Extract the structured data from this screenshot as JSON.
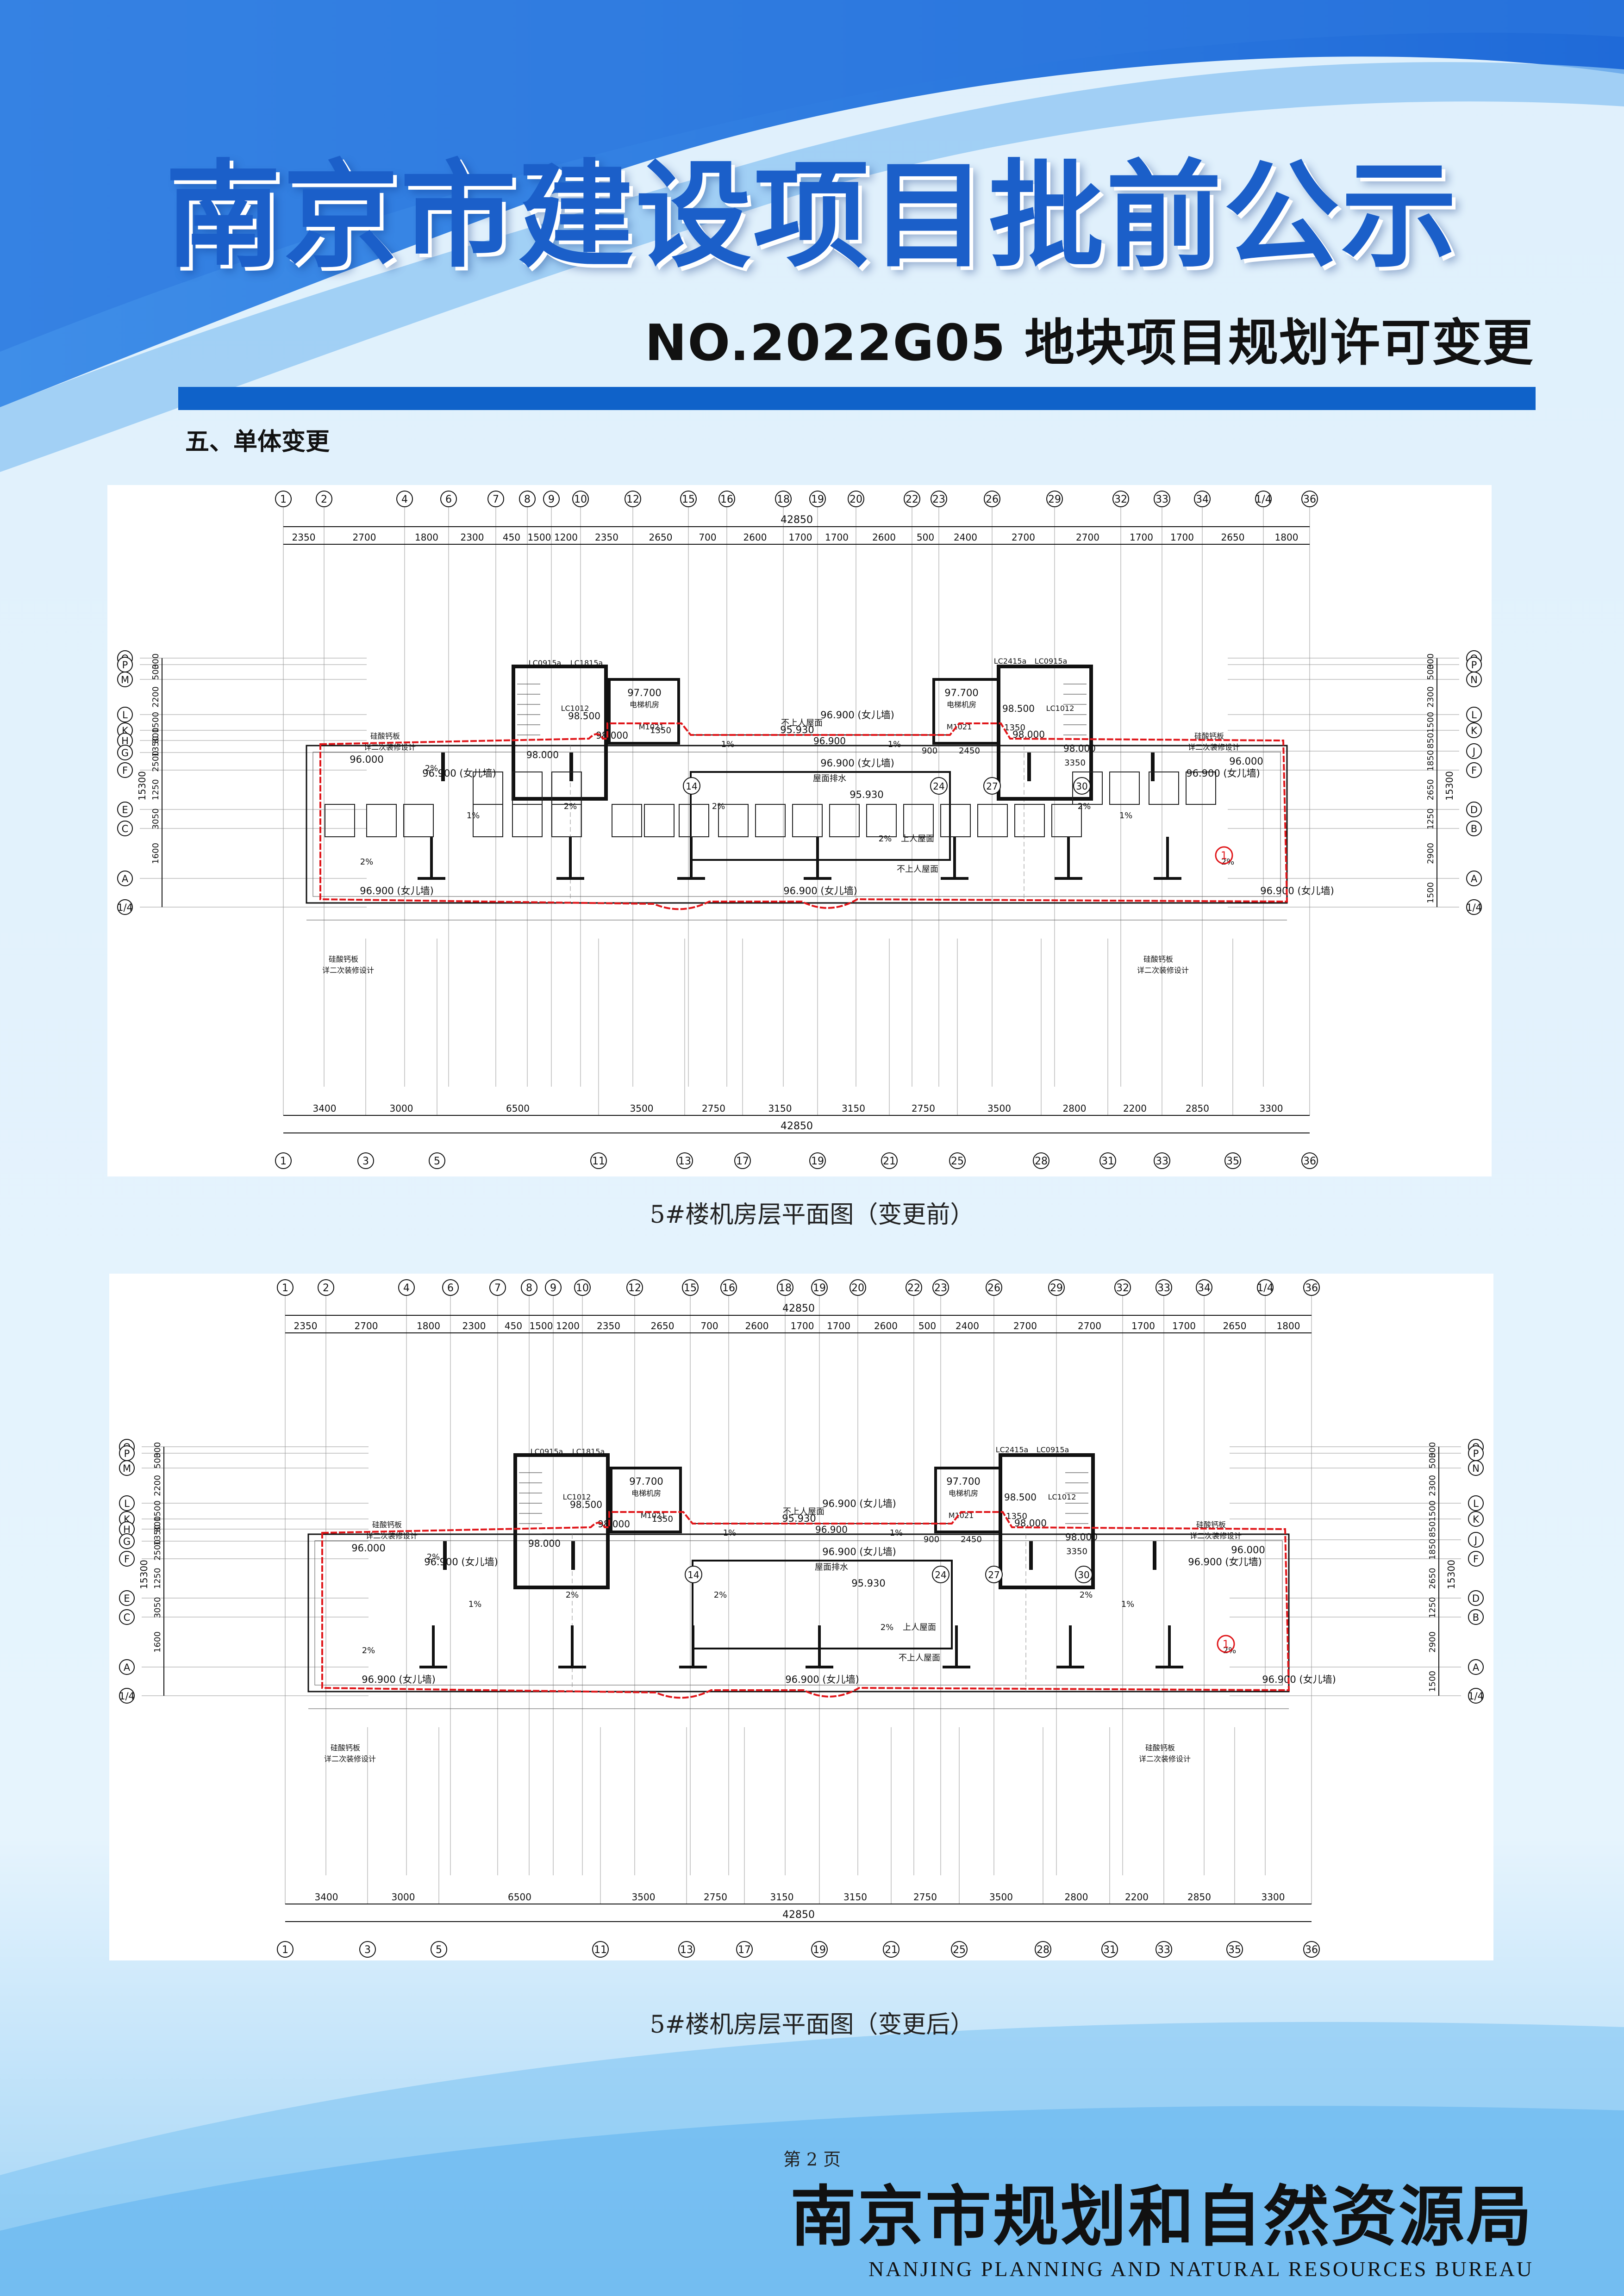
{
  "header": {
    "main_title": "南京市建设项目批前公示",
    "sub_title": "NO.2022G05 地块项目规划许可变更"
  },
  "section": {
    "heading": "五、单体变更"
  },
  "axes": {
    "top_labels": [
      "1",
      "2",
      "4",
      "6",
      "7",
      "8",
      "9",
      "10",
      "12",
      "15",
      "16",
      "18",
      "19",
      "20",
      "22",
      "23",
      "26",
      "29",
      "32",
      "33",
      "34",
      "1/4",
      "36"
    ],
    "top_dims": [
      "2350",
      "2700",
      "1800",
      "2300",
      "450",
      "1500",
      "1200",
      "2350",
      "2650",
      "700",
      "2600",
      "1700",
      "1700",
      "2600",
      "500",
      "2400",
      "2700",
      "2700",
      "1700",
      "1700",
      "2650",
      "1800"
    ],
    "bottom_labels": [
      "1",
      "3",
      "5",
      "11",
      "13",
      "17",
      "19",
      "21",
      "25",
      "28",
      "31",
      "33",
      "35",
      "36"
    ],
    "bottom_dims": [
      "3400",
      "3000",
      "6500",
      "3500",
      "2750",
      "3150",
      "3150",
      "2750",
      "3500",
      "2800",
      "2200",
      "2850",
      "3300"
    ],
    "overall": "42850",
    "left_labels": [
      "Q",
      "P",
      "M",
      "L",
      "K",
      "H",
      "G",
      "F",
      "E",
      "C",
      "A",
      "1/4"
    ],
    "right_labels": [
      "Q",
      "P",
      "N",
      "L",
      "K",
      "J",
      "F",
      "D",
      "B",
      "A",
      "1/4"
    ],
    "left_dims": [
      "300",
      "500",
      "2200",
      "1500",
      "800",
      "1350",
      "2500",
      "1250",
      "3050",
      "1600"
    ],
    "left_total": "15300",
    "right_dims": [
      "300",
      "500",
      "2300",
      "1500",
      "850",
      "1850",
      "2650",
      "1250",
      "2900",
      "1500"
    ],
    "right_total": "15300"
  },
  "plan": {
    "elevations": {
      "level_96900": "96.900 (女儿墙)",
      "level_96000": "96.000",
      "level_97700": "97.700",
      "level_98000": "98.000",
      "level_98500": "98.500",
      "level_95930": "95.930",
      "level_96900_plain": "96.900"
    },
    "room_label": "电梯机房",
    "door_tags": [
      "LC0915a",
      "LC1815a",
      "LC2415a",
      "LC1012",
      "M1021"
    ],
    "notes": [
      "上人屋面",
      "不上人屋面",
      "屋面排水",
      "硅酸钙板",
      "详二次装修设计",
      "2%",
      "1%"
    ],
    "callouts": [
      "14",
      "24",
      "27",
      "30"
    ],
    "revision_mark": "1",
    "dims_small": [
      "1350",
      "2450",
      "3350",
      "900"
    ]
  },
  "drawings": [
    {
      "caption": "5#楼机房层平面图（变更前）"
    },
    {
      "caption": "5#楼机房层平面图（变更后）"
    }
  ],
  "footer": {
    "page": "第 2 页",
    "bureau_cn": "南京市规划和自然资源局",
    "bureau_en": "NANJING PLANNING AND NATURAL RESOURCES BUREAU"
  },
  "colors": {
    "header_blue": "#1b5fc9",
    "rule_blue": "#0f62c9",
    "revision_red": "#e0161a"
  }
}
